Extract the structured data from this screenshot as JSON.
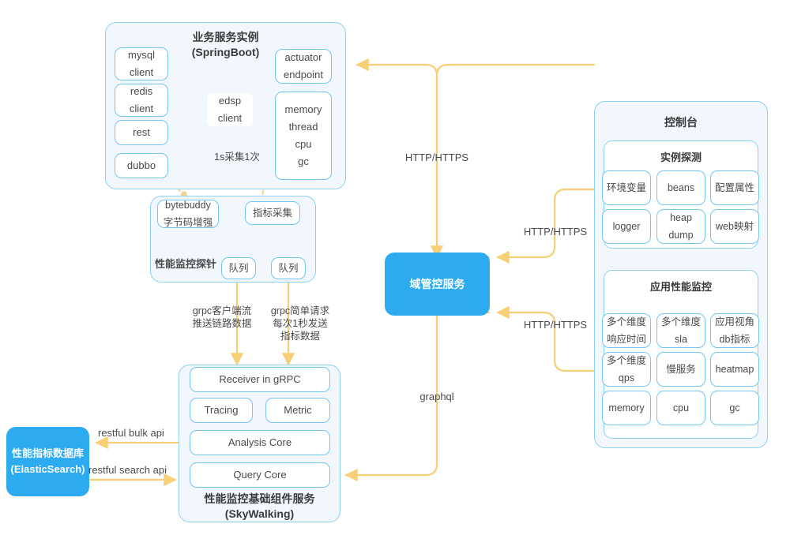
{
  "diagram": {
    "title": "APM architecture diagram",
    "colors": {
      "accent": "#2cabf0",
      "panel_bg": "#f2f7fd",
      "panel_border": "#8dd0f5",
      "chip_border": "#74c6f2",
      "wire": "#f7cf76",
      "text": "#404040"
    }
  },
  "business_service": {
    "title_line1": "业务服务实例",
    "title_line2": "(SpringBoot)",
    "left_chips": [
      {
        "l1": "mysql",
        "l2": "client"
      },
      {
        "l1": "redis",
        "l2": "client"
      },
      {
        "l1": "rest",
        "l2": ""
      },
      {
        "l1": "dubbo",
        "l2": ""
      }
    ],
    "center_chip": {
      "l1": "edsp",
      "l2": "client"
    },
    "actuator": {
      "l1": "actuator",
      "l2": "endpoint"
    },
    "metrics_chip": [
      "memory",
      "thread",
      "cpu",
      "gc"
    ],
    "sample_note": "1s采集1次"
  },
  "probe": {
    "title": "性能监控探针",
    "bytebuddy": {
      "l1": "bytebuddy",
      "l2": "字节码增强"
    },
    "collector": {
      "l1": "指标采集",
      "l2": ""
    },
    "queue_left": "队列",
    "queue_right": "队列"
  },
  "skywalking": {
    "title_line1": "性能监控基础组件服务",
    "title_line2": "(SkyWalking)",
    "receiver": "Receiver in gRPC",
    "tracing": "Tracing",
    "metric": "Metric",
    "analysis_core": "Analysis Core",
    "query_core": "Query Core"
  },
  "elasticsearch": {
    "line1": "性能指标数据库",
    "line2": "(ElasticSearch)"
  },
  "domain_service": {
    "label": "域管控服务"
  },
  "console": {
    "title": "控制台",
    "instance_probe": {
      "title": "实例探测",
      "chips": [
        {
          "l1": "环境变量",
          "l2": ""
        },
        {
          "l1": "beans",
          "l2": ""
        },
        {
          "l1": "配置属性",
          "l2": ""
        },
        {
          "l1": "logger",
          "l2": ""
        },
        {
          "l1": "heap",
          "l2": "dump"
        },
        {
          "l1": "web映射",
          "l2": ""
        }
      ]
    },
    "apm": {
      "title": "应用性能监控",
      "chips": [
        {
          "l1": "多个维度",
          "l2": "响应时间"
        },
        {
          "l1": "多个维度",
          "l2": "sla"
        },
        {
          "l1": "应用视角",
          "l2": "db指标"
        },
        {
          "l1": "多个维度",
          "l2": "qps"
        },
        {
          "l1": "慢服务",
          "l2": ""
        },
        {
          "l1": "heatmap",
          "l2": ""
        },
        {
          "l1": "memory",
          "l2": ""
        },
        {
          "l1": "cpu",
          "l2": ""
        },
        {
          "l1": "gc",
          "l2": ""
        }
      ]
    }
  },
  "edges": {
    "http_top": "HTTP/HTTPS",
    "http_mid": "HTTP/HTTPS",
    "http_bottom": "HTTP/HTTPS",
    "graphql": "graphql",
    "grpc_stream": "grpc客户端流\n推送链路数据",
    "grpc_simple": "grpc简单请求\n每次1秒发送\n指标数据",
    "restful_bulk": "restful bulk api",
    "restful_search": "restful search api"
  }
}
